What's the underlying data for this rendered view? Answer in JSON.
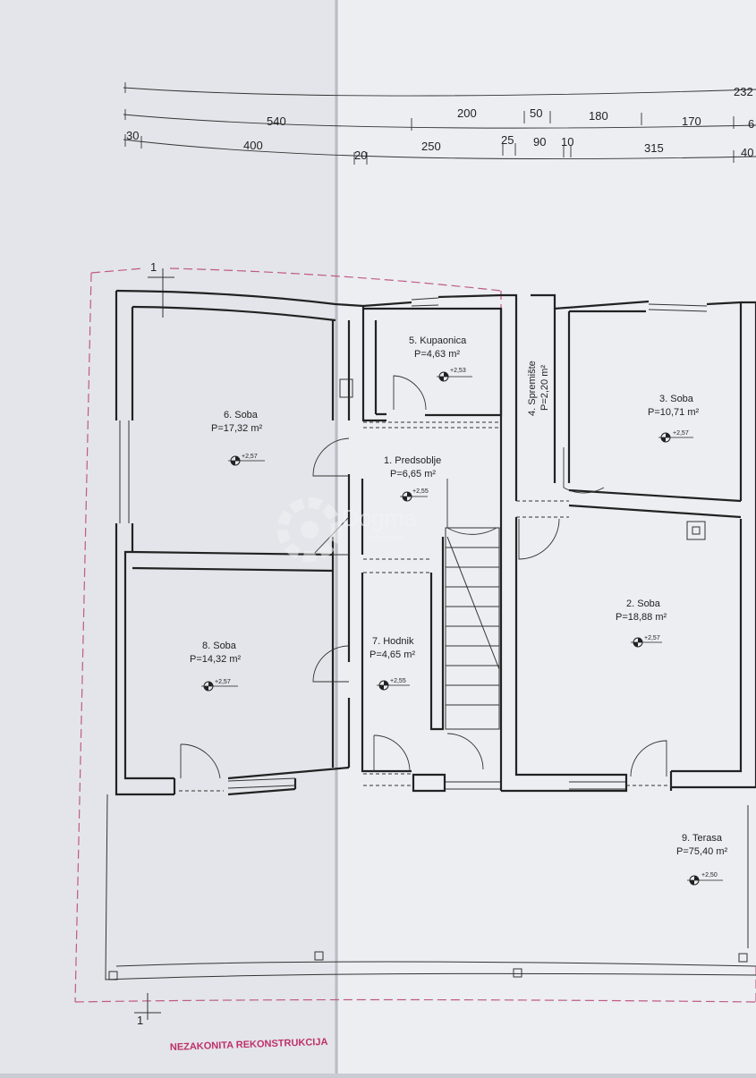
{
  "dimensions": {
    "row1": [
      "232"
    ],
    "row2": [
      "540",
      "200",
      "50",
      "180",
      "170",
      "6"
    ],
    "row3": [
      "30",
      "400",
      "20",
      "250",
      "25",
      "90",
      "10",
      "315",
      "40"
    ]
  },
  "rooms": [
    {
      "name": "1. Predsoblje",
      "area": "P=6,65 m²",
      "level": "+2,55"
    },
    {
      "name": "2. Soba",
      "area": "P=18,88 m²",
      "level": "+2,57"
    },
    {
      "name": "3. Soba",
      "area": "P=10,71 m²",
      "level": "+2,57"
    },
    {
      "name": "4. Spremište",
      "area": "P=2,20 m²"
    },
    {
      "name": "5. Kupaonica",
      "area": "P=4,63 m²",
      "level": "+2,53"
    },
    {
      "name": "6. Soba",
      "area": "P=17,32 m²",
      "level": "+2,57"
    },
    {
      "name": "7. Hodnik",
      "area": "P=4,65 m²",
      "level": "+2,55"
    },
    {
      "name": "8. Soba",
      "area": "P=14,32 m²",
      "level": "+2,57"
    },
    {
      "name": "9. Terasa",
      "area": "P=75,40 m²",
      "level": "+2,50"
    }
  ],
  "section_marks": [
    "1",
    "1"
  ],
  "footer_note": "NEZAKONITA REKONSTRUKCIJA",
  "watermark": {
    "brand": "Dogma",
    "sub": "nekretnine"
  },
  "colors": {
    "paper": "#eceef3",
    "ink": "#222222",
    "note": "#c0306a",
    "dash": "#c05a86"
  }
}
